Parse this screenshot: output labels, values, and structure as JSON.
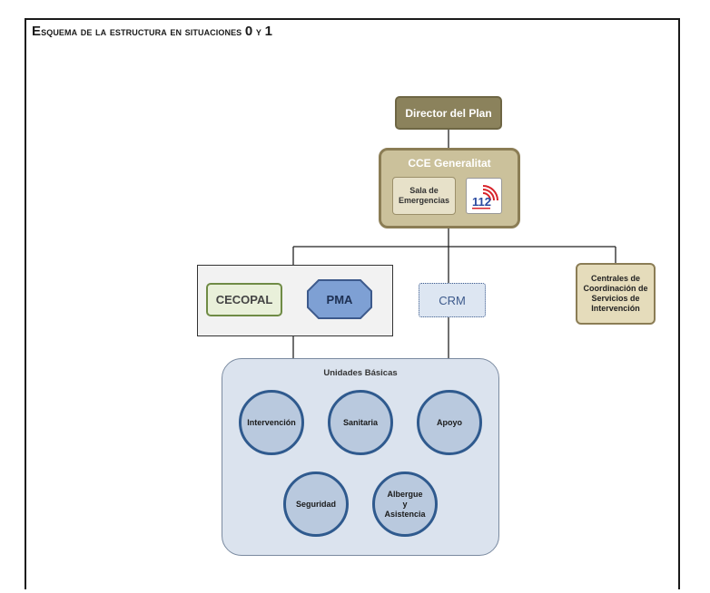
{
  "title": {
    "first_letter": "E",
    "rest": "squema de la estructura en situaciones ",
    "num0": "0",
    "conj": " y ",
    "num1": "1"
  },
  "nodes": {
    "director": "Director del Plan",
    "cce": "CCE Generalitat",
    "sala": "Sala de Emergencias",
    "logo_112": "112",
    "cecopal": "CECOPAL",
    "pma": "PMA",
    "crm": "CRM",
    "centrales": "Centrales de Coordinación de Servicios de Intervención",
    "unidades_title": "Unidades Básicas",
    "units": [
      "Intervención",
      "Sanitaria",
      "Apoyo",
      "Seguridad",
      "Albergue y Asistencia"
    ]
  },
  "colors": {
    "director_fill": "#8b825c",
    "cce_fill": "#cbc19b",
    "cce_border": "#8b7d55",
    "sala_fill": "#e7e1c9",
    "centrales_fill": "#e5dcbb",
    "cecopal_fill": "#e9f0da",
    "cecopal_border": "#6f8b45",
    "pma_fill": "#7ea0d4",
    "pma_border": "#3d5a8c",
    "crm_fill": "#dde6f2",
    "unidades_fill": "#dbe3ee",
    "unit_circle_fill": "#b9c9de",
    "unit_circle_border": "#2f5a8e",
    "logo_red": "#d8232a",
    "logo_blue": "#2a4aa0"
  }
}
